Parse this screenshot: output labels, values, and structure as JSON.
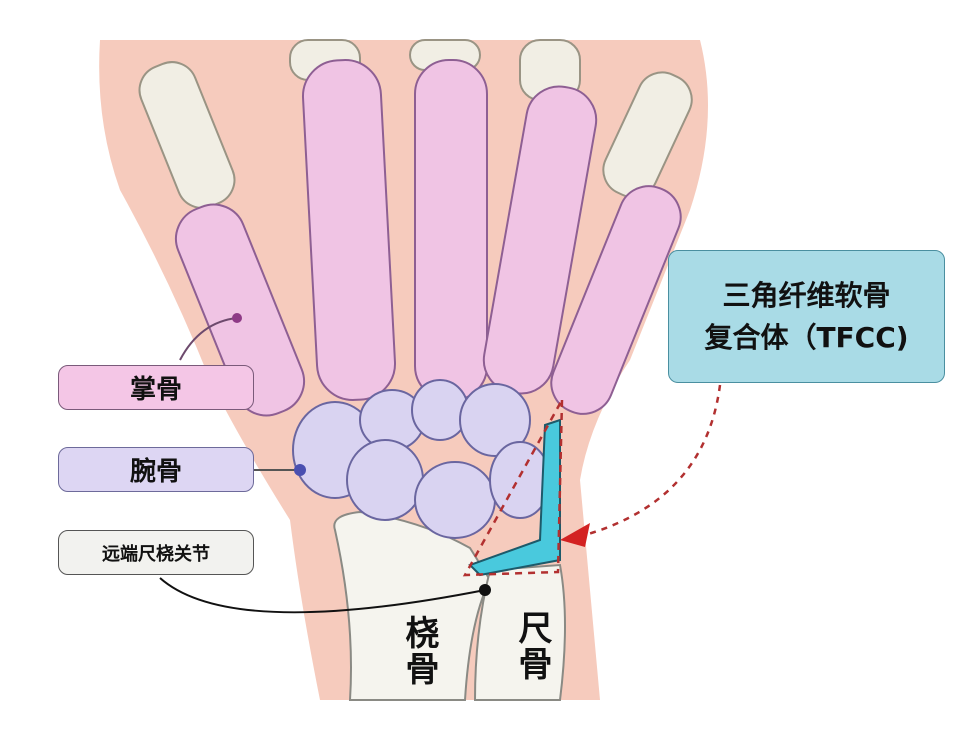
{
  "labels": {
    "metacarpal": "掌骨",
    "carpal": "腕骨",
    "druj": "远端尺桡关节",
    "tfcc_line1": "三角纤维软骨",
    "tfcc_line2": "复合体（TFCC)",
    "radius": "桡骨",
    "ulna": "尺骨"
  },
  "colors": {
    "skin": "#f6cbbd",
    "metacarpal_bone": "#f0c4e4",
    "carpal_bone": "#d9d3f1",
    "finger_bone": "#f1eee4",
    "forearm_bone": "#f5f4ee",
    "tfcc": "#49c9dd",
    "arrow": "#d32222",
    "dashed": "#b23030"
  }
}
